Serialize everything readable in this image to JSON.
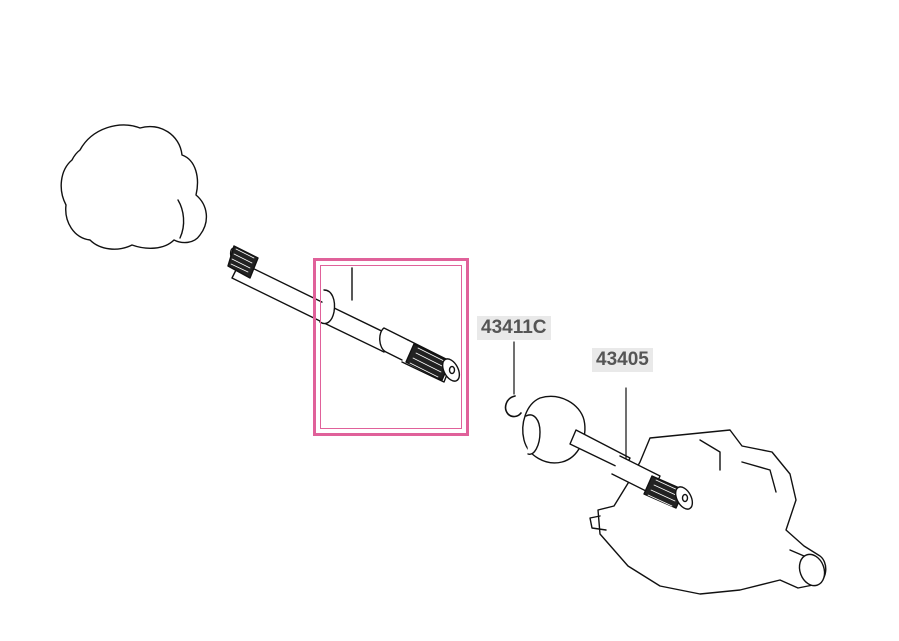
{
  "diagram": {
    "parts": [
      {
        "id": "43411C",
        "label": "43411C"
      },
      {
        "id": "43405",
        "label": "43405"
      }
    ],
    "highlight_color": "#e0619a",
    "label_color": "#555555",
    "label_background": "#e9e9e9",
    "line_color": "#111111"
  }
}
